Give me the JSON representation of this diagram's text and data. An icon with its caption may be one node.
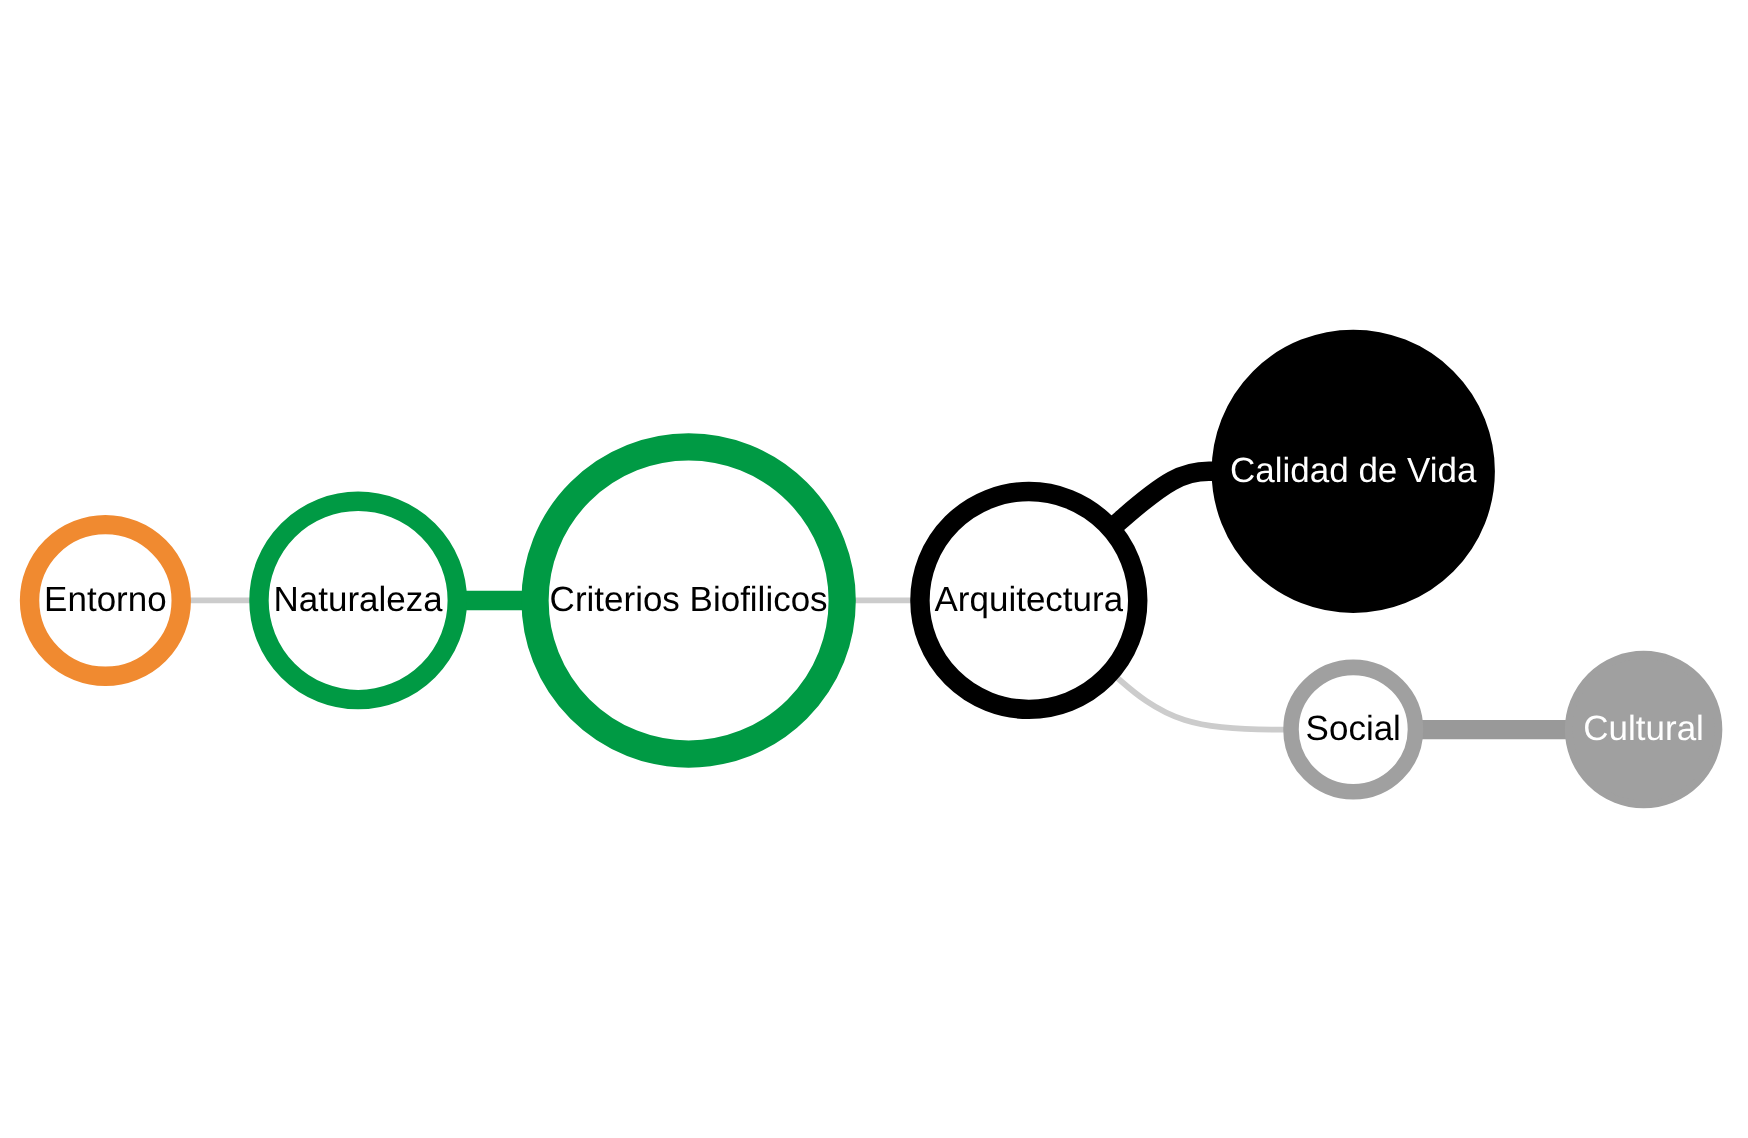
{
  "diagram": {
    "nodes": [
      {
        "text": [
          "Calidad de Vida"
        ]
      },
      {
        "text": [
          "Criterios Biofilicos"
        ]
      },
      {
        "text": [
          "Entorno"
        ]
      },
      {
        "text": [
          "Arquitectura"
        ]
      },
      {
        "text": [
          "Naturaleza"
        ]
      },
      {
        "text": [
          "Social"
        ]
      },
      {
        "text": [
          "Cultural"
        ]
      }
    ],
    "edges": [
      {
        "from": 2,
        "to": 4,
        "arrow": "none"
      },
      {
        "from": 4,
        "to": 1,
        "arrow": "none",
        "style": "thick",
        "color": "#009a44"
      },
      {
        "from": 1,
        "to": 3,
        "arrow": "none"
      },
      {
        "from": 3,
        "to": 0,
        "arrow": "none",
        "style": "thick",
        "color": "#000000"
      },
      {
        "from": 3,
        "to": 5,
        "arrow": "none"
      },
      {
        "from": 5,
        "to": 6,
        "arrow": "none",
        "style": "thick",
        "color": "#999999"
      }
    ]
  }
}
